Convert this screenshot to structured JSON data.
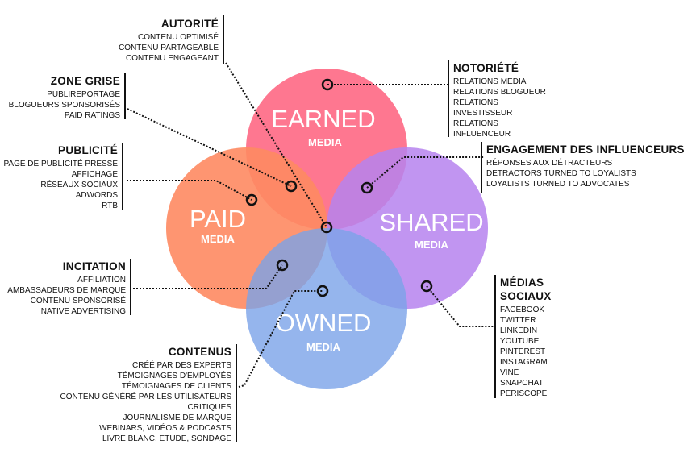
{
  "colors": {
    "earned": "#fe6b87",
    "paid": "#fe8a62",
    "shared": "#b682ee",
    "owned": "#7ba2e8"
  },
  "circles": {
    "earned": {
      "title": "EARNED",
      "sub": "MEDIA"
    },
    "paid": {
      "title": "PAID",
      "sub": "MEDIA"
    },
    "shared": {
      "title": "SHARED",
      "sub": "MEDIA"
    },
    "owned": {
      "title": "OWNED",
      "sub": "MEDIA"
    }
  },
  "groups": {
    "autorite": {
      "heading": "AUTORITÉ",
      "items": [
        "CONTENU OPTIMISÉ",
        "CONTENU PARTAGEABLE",
        "CONTENU ENGAGEANT"
      ]
    },
    "zone_grise": {
      "heading": "ZONE GRISE",
      "items": [
        "PUBLIREPORTAGE",
        "BLOGUEURS SPONSORISÉS",
        "PAID RATINGS"
      ]
    },
    "publicite": {
      "heading": "PUBLICITÉ",
      "items": [
        "PAGE DE PUBLICITÉ PRESSE",
        "AFFICHAGE",
        "RÉSEAUX SOCIAUX",
        "ADWORDS",
        "RTB"
      ]
    },
    "notoriete": {
      "heading": "NOTORIÉTÉ",
      "items": [
        "RELATIONS MEDIA",
        "RELATIONS BLOGUEUR",
        "RELATIONS",
        "INVESTISSEUR",
        "RELATIONS",
        "INFLUENCEUR"
      ]
    },
    "engagement": {
      "heading": "ENGAGEMENT DES INFLUENCEURS",
      "items": [
        "RÉPONSES AUX DÉTRACTEURS",
        "DETRACTORS TURNED TO LOYALISTS",
        "LOYALISTS TURNED TO ADVOCATES"
      ]
    },
    "incitation": {
      "heading": "INCITATION",
      "items": [
        "AFFILIATION",
        "AMBASSADEURS DE MARQUE",
        "CONTENU SPONSORISÉ",
        "NATIVE ADVERTISING"
      ]
    },
    "contenus": {
      "heading": "CONTENUS",
      "items": [
        "CRÉÉ PAR DES EXPERTS",
        "TÉMOIGNAGES D'EMPLOYÉS",
        "TÉMOIGNAGES DE CLIENTS",
        "CONTENU GÉNÉRÉ PAR LES UTILISATEURS",
        "CRITIQUES",
        "JOURNALISME DE MARQUE",
        "WEBINARS, VIDÉOS & PODCASTS",
        "LIVRE BLANC, ETUDE, SONDAGE"
      ]
    },
    "medias_sociaux": {
      "heading": "MÉDIAS",
      "heading2": "SOCIAUX",
      "items": [
        "FACEBOOK",
        "TWITTER",
        "LINKEDIN",
        "YOUTUBE",
        "PINTEREST",
        "INSTAGRAM",
        "VINE",
        "SNAPCHAT",
        "PERISCOPE"
      ]
    }
  }
}
